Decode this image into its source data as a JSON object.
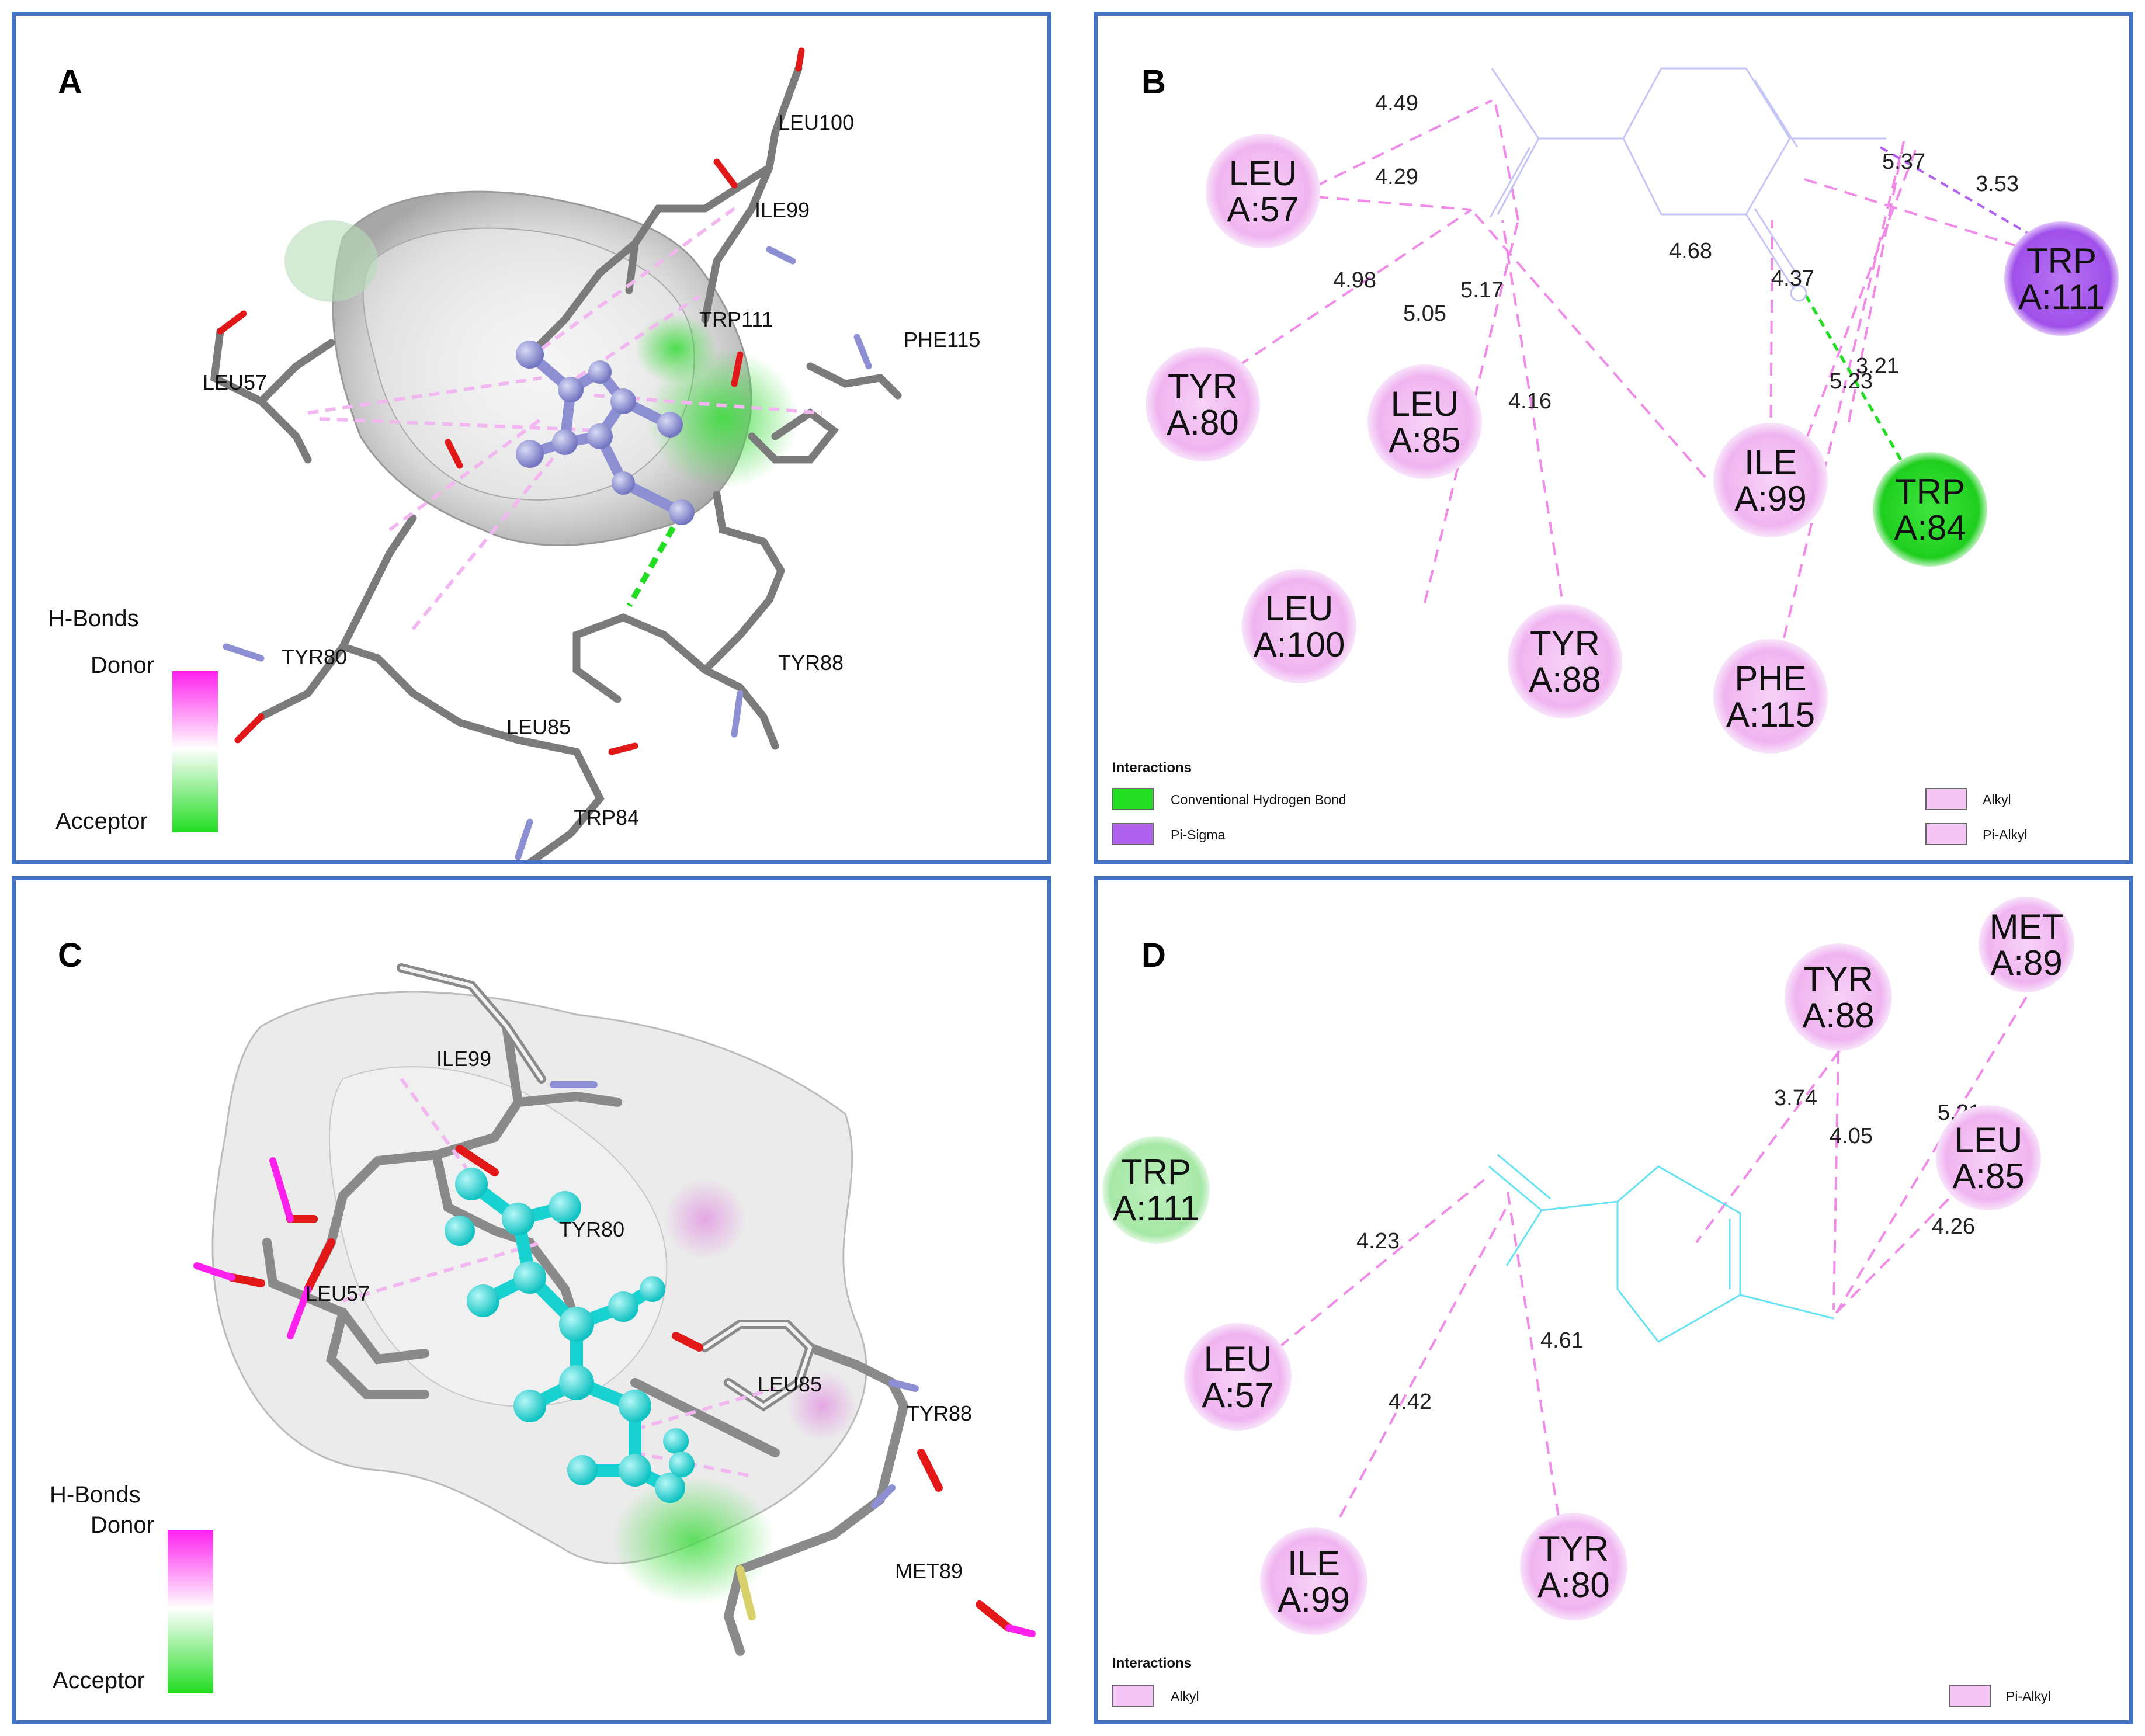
{
  "panels": {
    "a": {
      "label": "A",
      "residues": [
        "LEU100",
        "ILE99",
        "TRP111",
        "PHE115",
        "LEU57",
        "TYR80",
        "TYR88",
        "LEU85",
        "TRP84"
      ],
      "legend": {
        "title": "H-Bonds",
        "donor": "Donor",
        "acceptor": "Acceptor"
      }
    },
    "b": {
      "label": "B",
      "residues": [
        {
          "name": "LEU",
          "chain": "A:57",
          "type": "alkyl"
        },
        {
          "name": "TRP",
          "chain": "A:111",
          "type": "pi-sigma"
        },
        {
          "name": "TYR",
          "chain": "A:80",
          "type": "alkyl"
        },
        {
          "name": "LEU",
          "chain": "A:85",
          "type": "alkyl"
        },
        {
          "name": "ILE",
          "chain": "A:99",
          "type": "alkyl"
        },
        {
          "name": "TRP",
          "chain": "A:84",
          "type": "hbond"
        },
        {
          "name": "LEU",
          "chain": "A:100",
          "type": "alkyl"
        },
        {
          "name": "TYR",
          "chain": "A:88",
          "type": "alkyl"
        },
        {
          "name": "PHE",
          "chain": "A:115",
          "type": "alkyl"
        }
      ],
      "distances": [
        "4.49",
        "4.29",
        "5.37",
        "3.53",
        "4.98",
        "5.05",
        "5.17",
        "4.68",
        "4.37",
        "3.21",
        "5.23",
        "4.16"
      ],
      "interactions": {
        "title": "Interactions",
        "items": [
          "Conventional Hydrogen Bond",
          "Pi-Sigma",
          "Alkyl",
          "Pi-Alkyl"
        ]
      }
    },
    "c": {
      "label": "C",
      "residues": [
        "ILE99",
        "TYR80",
        "LEU57",
        "LEU85",
        "TYR88",
        "MET89"
      ],
      "legend": {
        "title": "H-Bonds",
        "donor": "Donor",
        "acceptor": "Acceptor"
      }
    },
    "d": {
      "label": "D",
      "residues": [
        {
          "name": "MET",
          "chain": "A:89",
          "type": "alkyl"
        },
        {
          "name": "TYR",
          "chain": "A:88",
          "type": "alkyl"
        },
        {
          "name": "LEU",
          "chain": "A:85",
          "type": "alkyl"
        },
        {
          "name": "TRP",
          "chain": "A:111",
          "type": "vdw"
        },
        {
          "name": "LEU",
          "chain": "A:57",
          "type": "alkyl"
        },
        {
          "name": "ILE",
          "chain": "A:99",
          "type": "alkyl"
        },
        {
          "name": "TYR",
          "chain": "A:80",
          "type": "alkyl"
        }
      ],
      "distances": [
        "3.74",
        "4.05",
        "5.21",
        "4.26",
        "4.23",
        "4.61",
        "4.42"
      ],
      "interactions": {
        "title": "Interactions",
        "items": [
          "Alkyl",
          "Pi-Alkyl"
        ]
      }
    }
  },
  "colors": {
    "frame": "#4472c4",
    "hbond": "#22dd22",
    "pi_sigma": "#b060ee",
    "alkyl": "#f5c6f5",
    "alkyl_line": "#f08ce8",
    "ligand_a": "#8c8fd2",
    "ligand_c": "#18d2d2",
    "ligand_b_line": "#c6c6f6",
    "ligand_d_line": "#66e2f2",
    "donor": "#ff20ee",
    "acceptor": "#22dd22"
  }
}
